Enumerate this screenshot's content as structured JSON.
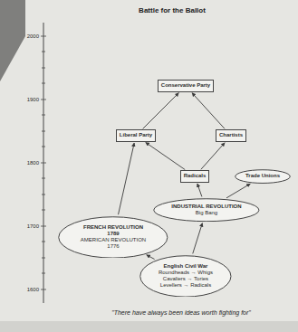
{
  "diagram": {
    "title": "Battle for the Ballot",
    "caption": "\"There have always been ideas worth fighting for\"",
    "nodes": [
      {
        "text": [
          "Conservative Party"
        ]
      },
      {
        "text": [
          "Liberal Party"
        ]
      },
      {
        "text": [
          "Chartists"
        ]
      },
      {
        "text": [
          "Radicals"
        ]
      },
      {
        "text": [
          "Trade Unions"
        ]
      },
      {
        "text": [
          "INDUSTRIAL REVOLUTION",
          "Big Bang"
        ]
      },
      {
        "text": [
          "FRENCH REVOLUTION 1789",
          "AMERICAN REVOLUTION 1776"
        ]
      },
      {
        "text": [
          "English Civil War",
          "Roundheads → Whigs Cavaliers → Tories Levellers → Radicals"
        ]
      }
    ],
    "edges": [
      {
        "from": 7,
        "to": 6,
        "arrow": "to"
      },
      {
        "from": 7,
        "to": 5,
        "arrow": "to"
      },
      {
        "from": 5,
        "to": 3,
        "arrow": "to"
      },
      {
        "from": 5,
        "to": 4,
        "arrow": "to"
      },
      {
        "from": 6,
        "to": 1,
        "arrow": "to"
      },
      {
        "from": 3,
        "to": 2,
        "arrow": "to"
      },
      {
        "from": 3,
        "to": 1,
        "arrow": "to"
      },
      {
        "from": 1,
        "to": 0,
        "arrow": "to"
      },
      {
        "from": 2,
        "to": 0,
        "arrow": "to"
      }
    ],
    "labels": [
      "2000",
      "1900",
      "1800",
      "1700",
      "1600"
    ]
  }
}
